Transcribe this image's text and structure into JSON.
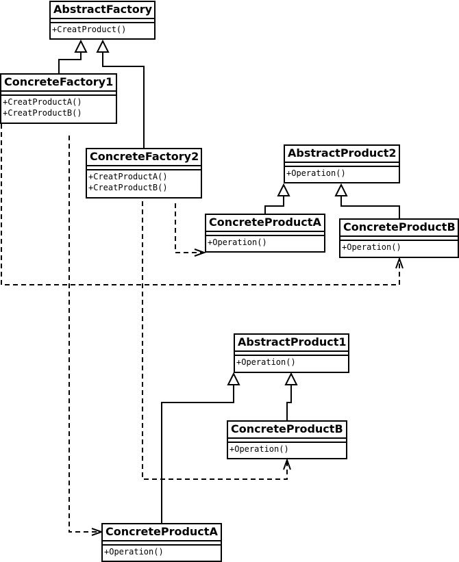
{
  "classes": {
    "abstract_factory": {
      "name": "AbstractFactory",
      "methods": [
        "+CreatProduct()"
      ]
    },
    "concrete_factory_1": {
      "name": "ConcreteFactory1",
      "methods": [
        "+CreatProductA()",
        "+CreatProductB()"
      ]
    },
    "concrete_factory_2": {
      "name": "ConcreteFactory2",
      "methods": [
        "+CreatProductA()",
        "+CreatProductB()"
      ]
    },
    "abstract_product_2": {
      "name": "AbstractProduct2",
      "methods": [
        "+Operation()"
      ]
    },
    "product2_a": {
      "name": "ConcreteProductA",
      "methods": [
        "+Operation()"
      ]
    },
    "product2_b": {
      "name": "ConcreteProductB",
      "methods": [
        "+Operation()"
      ]
    },
    "abstract_product_1": {
      "name": "AbstractProduct1",
      "methods": [
        "+Operation()"
      ]
    },
    "product1_b": {
      "name": "ConcreteProductB",
      "methods": [
        "+Operation()"
      ]
    },
    "product1_a": {
      "name": "ConcreteProductA",
      "methods": [
        "+Operation()"
      ]
    }
  },
  "relations": [
    {
      "type": "generalization",
      "from": "concrete_factory_1",
      "to": "abstract_factory"
    },
    {
      "type": "generalization",
      "from": "concrete_factory_2",
      "to": "abstract_factory"
    },
    {
      "type": "generalization",
      "from": "product2_a",
      "to": "abstract_product_2"
    },
    {
      "type": "generalization",
      "from": "product2_b",
      "to": "abstract_product_2"
    },
    {
      "type": "generalization",
      "from": "product1_a",
      "to": "abstract_product_1"
    },
    {
      "type": "generalization",
      "from": "product1_b",
      "to": "abstract_product_1"
    },
    {
      "type": "dependency",
      "from": "concrete_factory_1",
      "to": "product2_b"
    },
    {
      "type": "dependency",
      "from": "concrete_factory_1",
      "to": "product1_a"
    },
    {
      "type": "dependency",
      "from": "concrete_factory_2",
      "to": "product2_a"
    },
    {
      "type": "dependency",
      "from": "concrete_factory_2",
      "to": "product1_b"
    }
  ]
}
